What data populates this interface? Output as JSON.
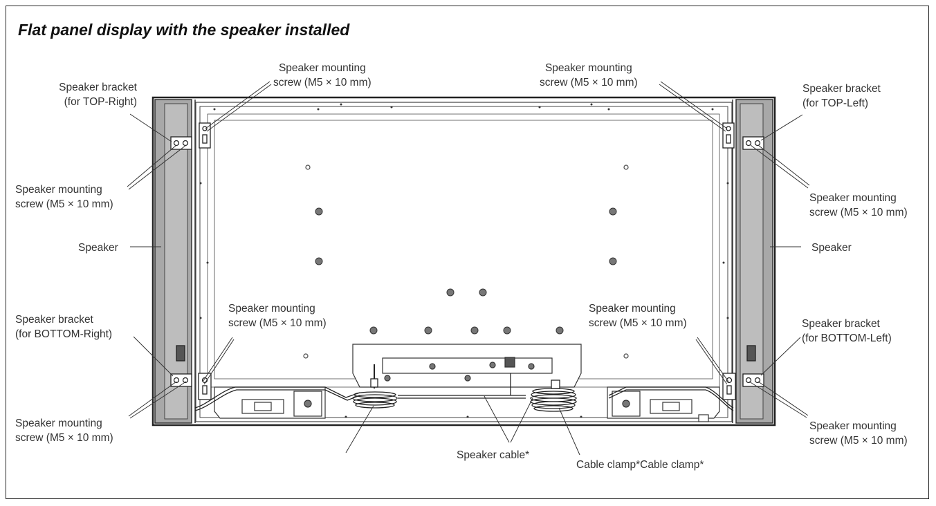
{
  "title": "Flat panel display with the speaker installed",
  "labels": {
    "top_center_left": "Speaker mounting\nscrew (M5 × 10 mm)",
    "top_center_right": "Speaker mounting\nscrew (M5 × 10 mm)",
    "bracket_top_right": "Speaker bracket\n(for TOP-Right)",
    "bracket_top_left": "Speaker bracket\n(for TOP-Left)",
    "screw_upper_left": "Speaker mounting\nscrew (M5 × 10 mm)",
    "screw_upper_right": "Speaker mounting\nscrew (M5 × 10 mm)",
    "speaker_left": "Speaker",
    "speaker_right": "Speaker",
    "bracket_bottom_right": "Speaker bracket\n(for BOTTOM-Right)",
    "bracket_bottom_left": "Speaker bracket\n(for BOTTOM-Left)",
    "mid_bottom_left": "Speaker mounting\nscrew (M5 × 10 mm)",
    "mid_bottom_right": "Speaker mounting\nscrew (M5 × 10 mm)",
    "screw_lower_left": "Speaker mounting\nscrew (M5 × 10 mm)",
    "screw_lower_right": "Speaker mounting\nscrew (M5 × 10 mm)",
    "speaker_cable": "Speaker cable*",
    "cable_clamp": "Cable clamp*Cable clamp*"
  },
  "colors": {
    "speaker_fill": "#a8a8a8",
    "line": "#222222",
    "panel_fill": "#ffffff"
  }
}
